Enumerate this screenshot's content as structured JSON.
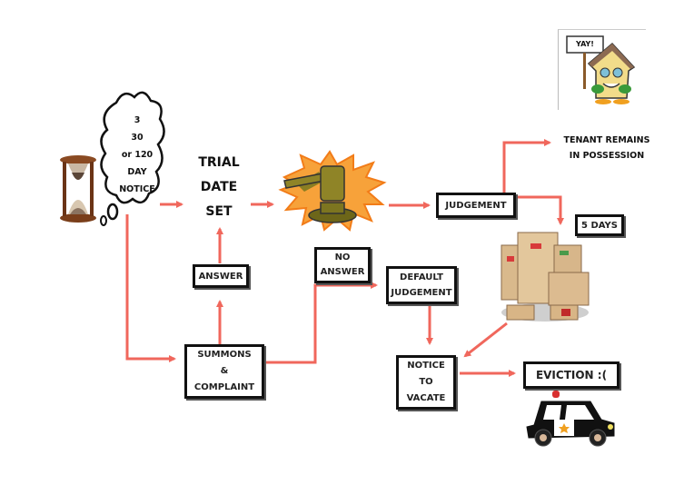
{
  "cloud": {
    "lines": [
      "3",
      "30",
      "or 120",
      "DAY",
      "NOTICE"
    ]
  },
  "trial": {
    "lines": [
      "TRIAL",
      "DATE",
      "SET"
    ]
  },
  "answer": "ANSWER",
  "summons": {
    "lines": [
      "SUMMONS",
      "&",
      "COMPLAINT"
    ]
  },
  "no_answer": {
    "lines": [
      "NO",
      "ANSWER"
    ]
  },
  "default_judgement": {
    "lines": [
      "DEFAULT",
      "JUDGEMENT"
    ]
  },
  "judgement": "JUDGEMENT",
  "five_days": "5 DAYS",
  "tenant": {
    "lines": [
      "TENANT REMAINS",
      "IN POSSESSION"
    ]
  },
  "yay_sign": "YAY!",
  "notice_to_vacate": {
    "lines": [
      "NOTICE",
      "TO",
      "VACATE"
    ]
  },
  "eviction": "EVICTION :(",
  "colors": {
    "arrow": "#f0675c",
    "box_border": "#111111"
  }
}
